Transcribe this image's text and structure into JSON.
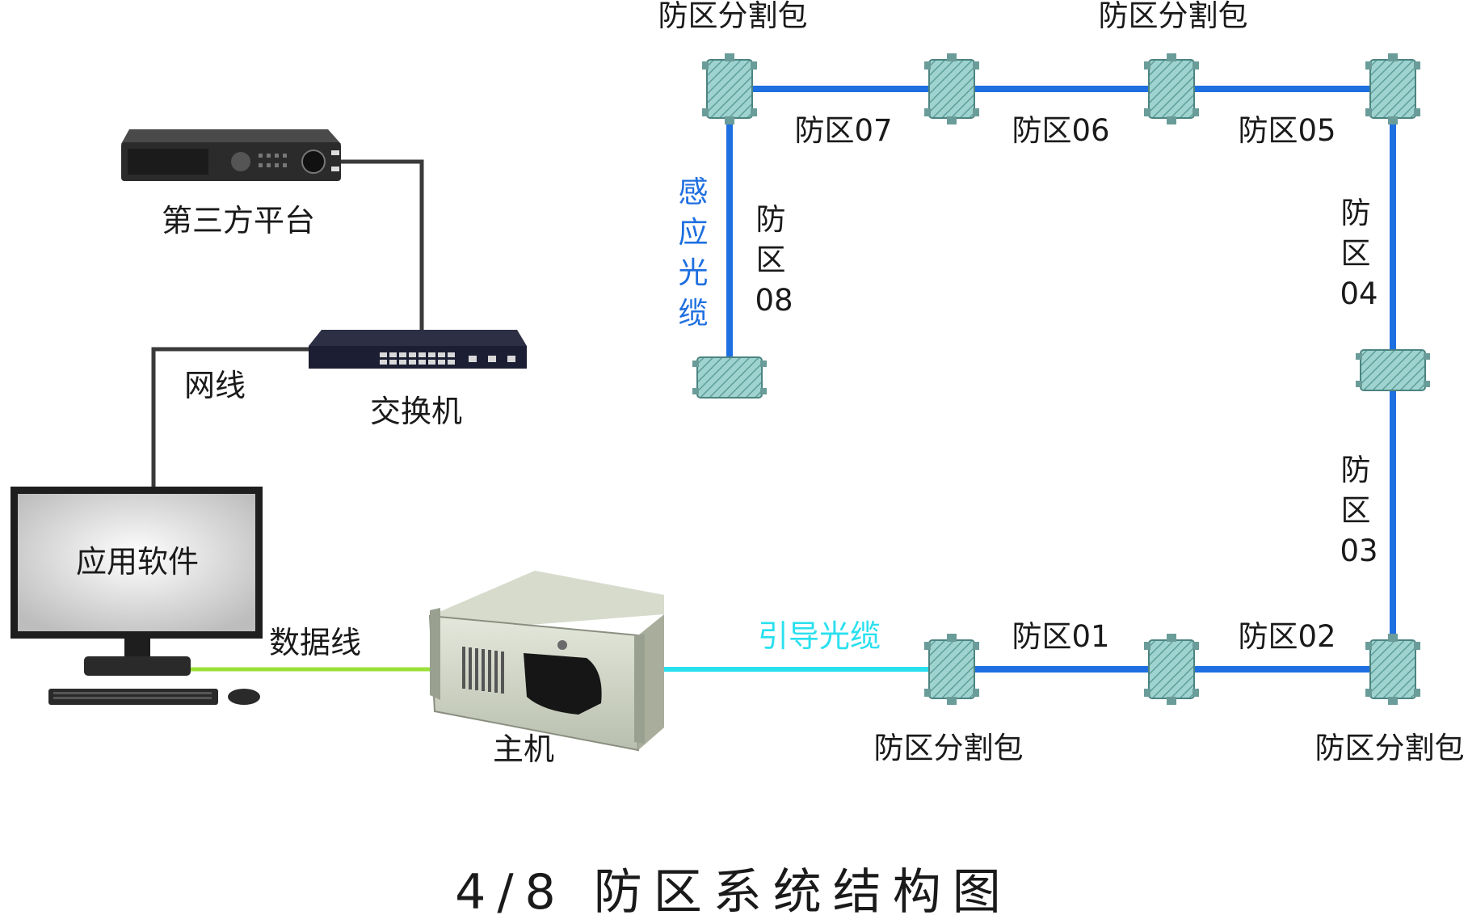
{
  "title": "4/8 防区系统结构图",
  "devices": {
    "third_party": "第三方平台",
    "switch": "交换机",
    "app_software": "应用软件",
    "host": "主机"
  },
  "cables": {
    "network": "网线",
    "data": "数据线",
    "lead_fiber": "引导光缆",
    "sensing_fiber": [
      "感",
      "应",
      "光",
      "缆"
    ]
  },
  "splitter_label": "防区分割包",
  "zones": {
    "z01": "防区01",
    "z02": "防区02",
    "z05": "防区05",
    "z06": "防区06",
    "z07": "防区07",
    "z03": [
      "防",
      "区",
      "03"
    ],
    "z04": [
      "防",
      "区",
      "04"
    ],
    "z08": [
      "防",
      "区",
      "08"
    ]
  },
  "colors": {
    "sensing_fiber": "#1e6fe0",
    "lead_fiber": "#29e0ef",
    "data_cable": "#9be03a",
    "network_cable": "#3a3a3a",
    "splitter_box": "#8fc9c6",
    "sensing_label": "#1e6fe0",
    "lead_label": "#29e0ef"
  }
}
